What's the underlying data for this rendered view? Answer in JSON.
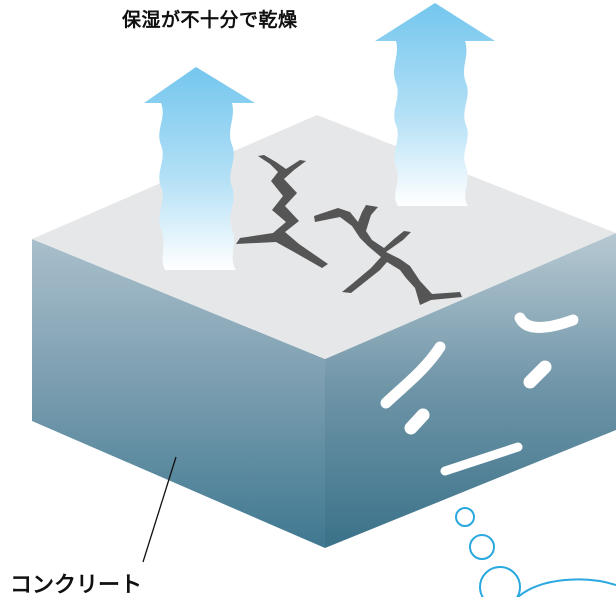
{
  "title": "保湿が不十分で乾燥",
  "material_label": "コンクリート",
  "colors": {
    "top_face": "#e6e7e8",
    "front_top": "#a9bfcb",
    "front_bottom": "#3f7890",
    "side_top": "#b7c9d2",
    "side_bottom": "#3a7289",
    "crack": "#555555",
    "arrow_top": "#74c6ee",
    "arrow_bottom": "#ffffff",
    "bubble": "#2aa8e0",
    "streak": "#ffffff"
  },
  "icons": {
    "evaporation": "upward-arrow",
    "damage": "crack",
    "moisture": "bubbles"
  }
}
